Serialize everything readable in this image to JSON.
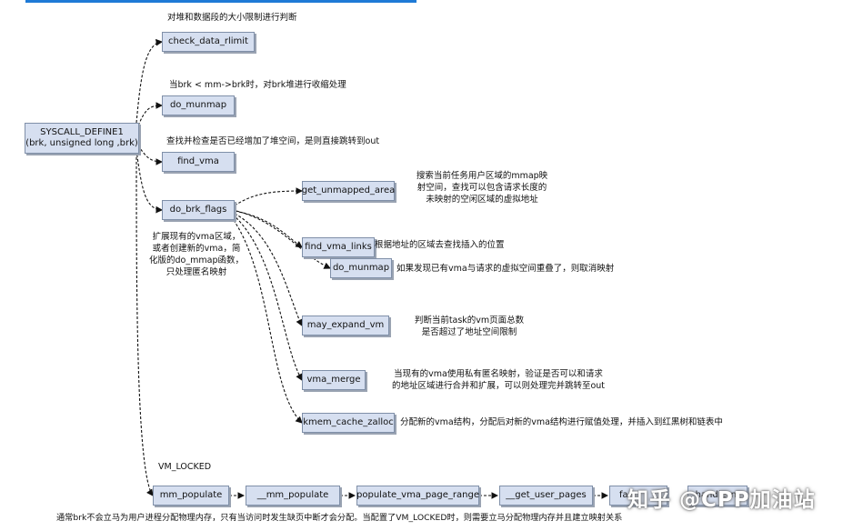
{
  "nodes": {
    "syscall": "SYSCALL_DEFINE1\n(brk, unsigned long ,brk)",
    "check_data_rlimit": "check_data_rlimit",
    "do_munmap_top": "do_munmap",
    "find_vma": "find_vma",
    "do_brk_flags": "do_brk_flags",
    "get_unmapped_area": "get_unmapped_area",
    "find_vma_links": "find_vma_links",
    "do_munmap_inner": "do_munmap",
    "may_expand_vm": "may_expand_vm",
    "vma_merge": "vma_merge",
    "kmem_cache_zalloc": "kmem_cache_zalloc",
    "mm_populate": "mm_populate",
    "__mm_populate": "__mm_populate",
    "populate_vma_page_range": "populate_vma_page_range",
    "__get_user_pages": "__get_user_pages",
    "fa_partial": "fa",
    "handle_partial": "handle_m"
  },
  "notes": {
    "check": "对堆和数据段的大小限制进行判断",
    "munmap": "当brk < mm->brk时，对brk堆进行收缩处理",
    "find": "查找并检查是否已经增加了堆空间，是则直接跳转到out",
    "unmapped": "搜索当前任务用户区域的mmap映\n射空间，查找可以包含请求长度的\n未映射的空闲区域的虚拟地址",
    "links": "根据地址的区域去查找插入的位置",
    "inner_munmap": "如果发现已有vma与请求的虚拟空间重叠了，则取消映射",
    "expand": "判断当前task的vm页面总数\n是否超过了地址空间限制",
    "merge": "当现有的vma使用私有匿名映射，验证是否可以和请求\n的地址区域进行合并和扩展，可以则处理完并跳转至out",
    "zalloc": "分配新的vma结构，分配后对新的vma结构进行赋值处理，并插入到红黑树和链表中",
    "brk_flags": "扩展现有的vma区域，\n或者创建新的vma，简\n化版的do_mmap函数，\n只处理匿名映射",
    "vm_locked": "VM_LOCKED",
    "bottom": "通常brk不会立马为用户进程分配物理内存，只有当访问时发生缺页中断才会分配。当配置了VM_LOCKED时，则需要立马分配物理内存并且建立映射关系"
  },
  "watermark": "知乎 @CPP加油站"
}
